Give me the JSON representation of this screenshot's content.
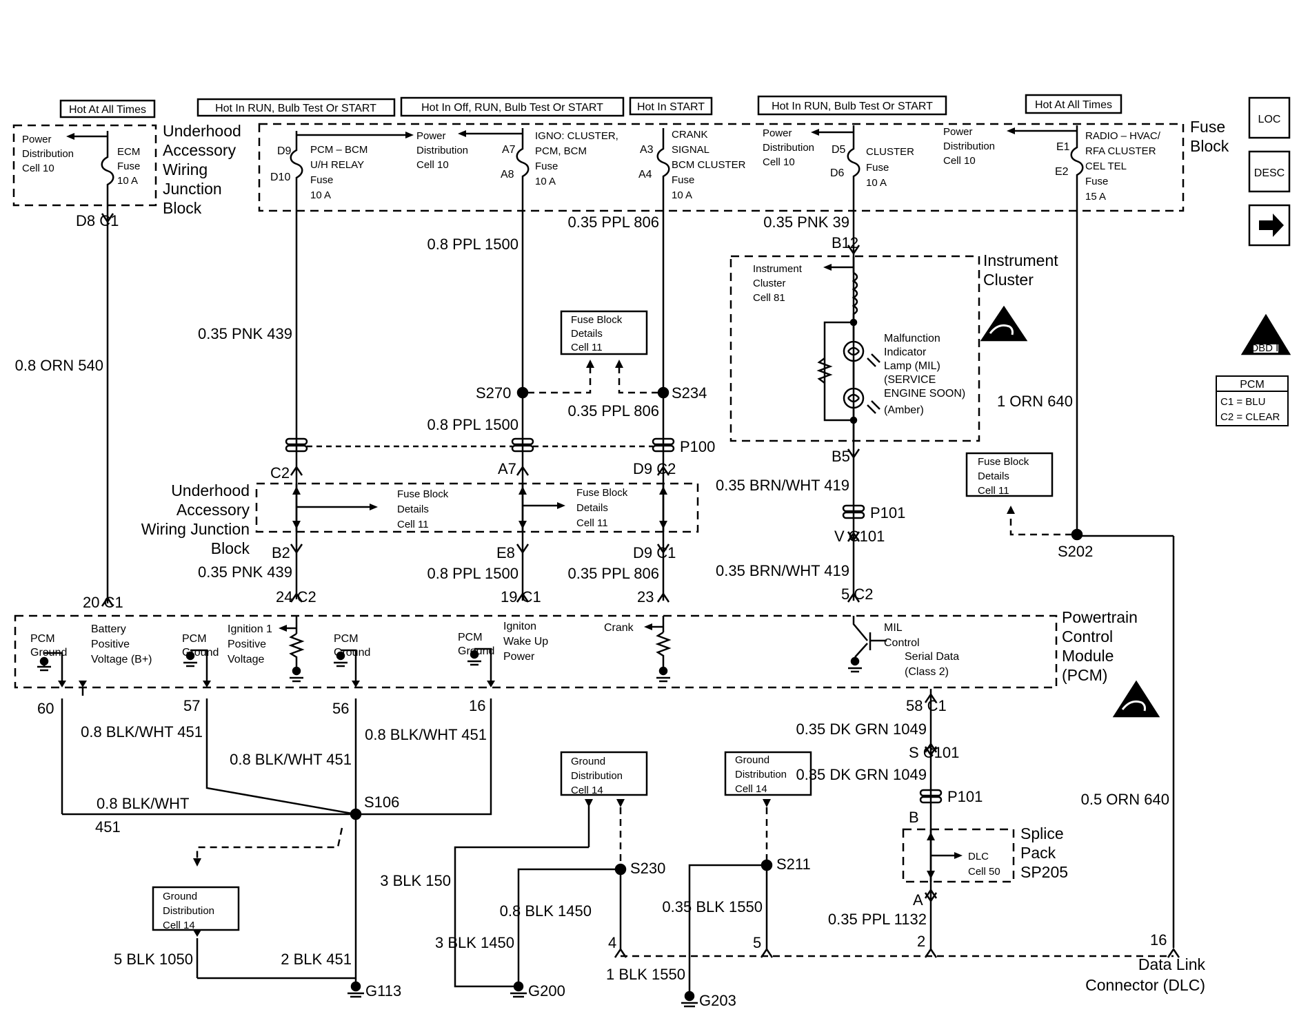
{
  "headers": {
    "hot_all_times_1": "Hot At All Times",
    "hot_run_bulb_1": "Hot In RUN, Bulb Test Or START",
    "hot_off_run": "Hot In Off, RUN, Bulb Test Or START",
    "hot_start": "Hot In START",
    "hot_run_bulb_2": "Hot In RUN, Bulb Test Or START",
    "hot_all_times_2": "Hot At All Times"
  },
  "blocks": {
    "underhood_top": [
      "Underhood",
      "Accessory",
      "Wiring",
      "Junction",
      "Block"
    ],
    "fuse_block": [
      "Fuse",
      "Block"
    ],
    "underhood_mid": [
      "Underhood",
      "Accessory",
      "Wiring Junction",
      "Block"
    ],
    "instrument_cluster": [
      "Instrument",
      "Cluster"
    ],
    "pcm": [
      "Powertrain",
      "Control",
      "Module",
      "(PCM)"
    ],
    "splice_pack": [
      "Splice",
      "Pack",
      "SP205"
    ],
    "dlc": [
      "Data Link",
      "Connector (DLC)"
    ]
  },
  "fuses": {
    "ecm": [
      "ECM",
      "Fuse",
      "10 A"
    ],
    "pcm_bcm": [
      "PCM – BCM",
      "U/H RELAY",
      "Fuse",
      "10 A"
    ],
    "igno": [
      "IGNO:  CLUSTER,",
      "PCM, BCM",
      "Fuse",
      "10 A"
    ],
    "crank": [
      "CRANK",
      "SIGNAL",
      "BCM CLUSTER",
      "Fuse",
      "10 A"
    ],
    "cluster": [
      "CLUSTER",
      "Fuse",
      "10 A"
    ],
    "radio": [
      "RADIO –  HVAC/",
      "RFA CLUSTER",
      "CEL TEL",
      "Fuse",
      "15 A"
    ]
  },
  "refs": {
    "power_dist_1": [
      "Power",
      "Distribution",
      "Cell 10"
    ],
    "power_dist_2": [
      "Power",
      "Distribution",
      "Cell 10"
    ],
    "power_dist_3": [
      "Power",
      "Distribution",
      "Cell 10"
    ],
    "power_dist_4": [
      "Power",
      "Distribution",
      "Cell 10"
    ],
    "fbd_1": [
      "Fuse Block",
      "Details",
      "Cell 11"
    ],
    "fbd_2": [
      "Fuse Block",
      "Details",
      "Cell 11"
    ],
    "fbd_mid_1": [
      "Fuse Block",
      "Details",
      "Cell 11"
    ],
    "fbd_mid_2": [
      "Fuse Block",
      "Details",
      "Cell 11"
    ],
    "ic_cell": [
      "Instrument",
      "Cluster",
      "Cell 81"
    ],
    "gd_1": [
      "Ground",
      "Distribution",
      "Cell 14"
    ],
    "gd_2": [
      "Ground",
      "Distribution",
      "Cell 14"
    ],
    "gd_3": [
      "Ground",
      "Distribution",
      "Cell 14"
    ],
    "dlc_cell": [
      "DLC",
      "Cell 50"
    ]
  },
  "mil": [
    "Malfunction",
    "Indicator",
    "Lamp (MIL)",
    "(SERVICE",
    "ENGINE SOON)",
    "(Amber)"
  ],
  "pcm_internal": {
    "pcm_ground": [
      "PCM",
      "Ground"
    ],
    "battery": [
      "Battery",
      "Positive",
      "Voltage (B+)"
    ],
    "ignition": [
      "Ignition 1",
      "Positive",
      "Voltage"
    ],
    "wakeup": [
      "Igniton",
      "Wake Up",
      "Power"
    ],
    "crank": "Crank",
    "mil_control": [
      "MIL",
      "Control"
    ],
    "serial": [
      "Serial Data",
      "(Class 2)"
    ]
  },
  "wires": {
    "w540": "0.8 ORN  540",
    "w439a": "0.35 PNK  439",
    "w1500a": "0.8 PPL  1500",
    "w806a": "0.35 PPL  806",
    "w39": "0.35 PNK  39",
    "w1500b": "0.8 PPL  1500",
    "w806b": "0.35 PPL  806",
    "w640a": "1 ORN  640",
    "w419a": "0.35 BRN/WHT  419",
    "w439b": "0.35 PNK  439",
    "w1500c": "0.8 PPL  1500",
    "w806c": "0.35 PPL  806",
    "w419b": "0.35 BRN/WHT  419",
    "w451a": "0.8 BLK/WHT  451",
    "w451b": "0.8 BLK/WHT  451",
    "w451c": "0.8 BLK/WHT  451",
    "w451d": "0.8 BLK/WHT",
    "w451d2": "451",
    "w1049a": "0.35 DK GRN  1049",
    "w1049b": "0.35 DK GRN  1049",
    "w640b": "0.5 ORN  640",
    "w150": "3 BLK  150",
    "w1450a": "0.8 BLK  1450",
    "w1450b": "3 BLK  1450",
    "w1550a": "0.35 BLK  1550",
    "w1550b": "1 BLK  1550",
    "w1132": "0.35 PPL  1132",
    "w1050": "5 BLK  1050",
    "w451e": "2 BLK  451"
  },
  "pins": {
    "d8c1": "D8  C1",
    "d9": "D9",
    "d10": "D10",
    "a7": "A7",
    "a8": "A8",
    "a3": "A3",
    "a4": "A4",
    "d5": "D5",
    "d6": "D6",
    "e1": "E1",
    "e2": "E2",
    "b12": "B12",
    "b5": "B5",
    "c2a": "C2",
    "a7b": "A7",
    "d9c2": "D9  C2",
    "b2": "B2",
    "e8": "E8",
    "d9c1": "D9  C1",
    "c20": "20  C1",
    "c24": "24  C2",
    "c19": "19  C1",
    "c23": "23",
    "c5": "5  C2",
    "v_c101": "V  C101",
    "p100": "P100",
    "p101a": "P101",
    "p101b": "P101",
    "s270": "S270",
    "s234": "S234",
    "s202": "S202",
    "s106": "S106",
    "s230": "S230",
    "s211": "S211",
    "s_c101": "S  C101",
    "b_pin": "B",
    "a_pin": "A",
    "p60": "60",
    "p57": "57",
    "p56": "56",
    "p16": "16",
    "p58c1": "58  C1",
    "dlc4": "4",
    "dlc5": "5",
    "dlc2": "2",
    "dlc16": "16",
    "g113": "G113",
    "g200": "G200",
    "g203": "G203"
  },
  "side": {
    "loc": "LOC",
    "desc": "DESC",
    "obd": "OBD II",
    "pcm_legend_title": "PCM",
    "pcm_c1": "C1 = BLU",
    "pcm_c2": "C2 = CLEAR"
  }
}
